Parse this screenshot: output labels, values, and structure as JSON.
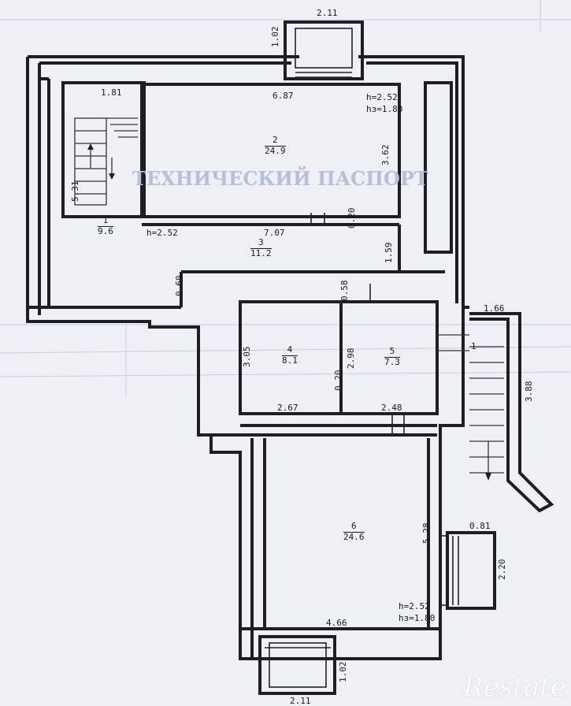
{
  "watermark": "Restate",
  "background_text": {
    "title": "ТЕХНИЧЕСКИЙ ПАСПОРТ"
  },
  "rooms": [
    {
      "number": "1",
      "area": "9.6"
    },
    {
      "number": "2",
      "area": "24.9"
    },
    {
      "number": "3",
      "area": "11.2"
    },
    {
      "number": "4",
      "area": "8.1"
    },
    {
      "number": "5",
      "area": "7.3"
    },
    {
      "number": "6",
      "area": "24.6"
    }
  ],
  "dimensions": {
    "top_window_width": "2.11",
    "top_window_depth": "1.02",
    "room1_width": "1.81",
    "room2_width": "6.87",
    "room2_height": "h=2.52",
    "room2_height2": "hз=1.80",
    "room2_depth": "3.62",
    "stair_length": "5.31",
    "room1_height": "h=2.52",
    "room3_length": "7.07",
    "door_020_a": "0.20",
    "room3_depth": "1.59",
    "wall_060": "0.60",
    "wall_058": "0.58",
    "room4_depth": "3.05",
    "room4_width": "2.67",
    "wall_298": "2.98",
    "door_020_b": "0.20",
    "room5_width": "2.48",
    "ext_stair_width": "1.66",
    "ext_stair_mark": "1",
    "ext_stair_length": "3.88",
    "room6_depth": "5.28",
    "porch_width": "0.81",
    "porch_depth": "2.20",
    "room6_height": "h=2.52",
    "room6_height2": "hз=1.80",
    "room6_width": "4.66",
    "bottom_window_depth": "1.02",
    "bottom_window_width": "2.11"
  }
}
